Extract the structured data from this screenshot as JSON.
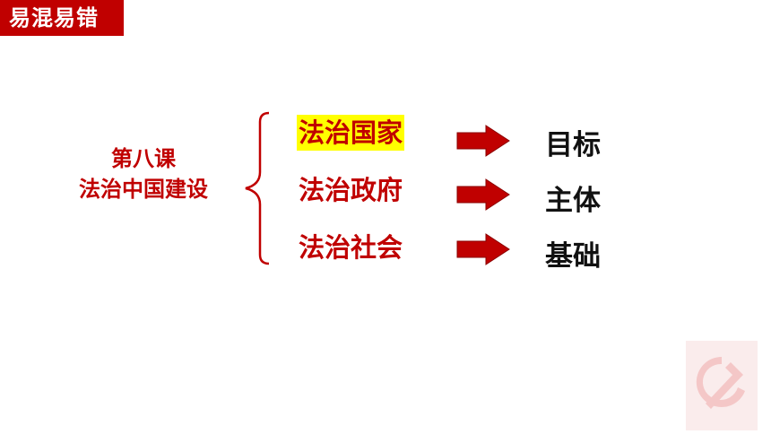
{
  "header": {
    "tag": "易混易错"
  },
  "lesson": {
    "line1": "第八课",
    "line2": "法治中国建设"
  },
  "items": [
    {
      "label": "法治国家",
      "result": "目标",
      "highlighted": true
    },
    {
      "label": "法治政府",
      "result": "主体",
      "highlighted": false
    },
    {
      "label": "法治社会",
      "result": "基础",
      "highlighted": false
    }
  ],
  "colors": {
    "accent": "#c00000",
    "highlight": "#ffff00",
    "result_text": "#111111"
  },
  "icons": {
    "arrow": "right-arrow-icon",
    "emblem": "party-emblem-watermark"
  }
}
